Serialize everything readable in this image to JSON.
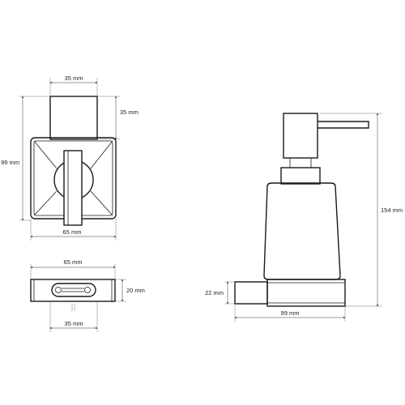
{
  "top_view": {
    "width_top_label": "35 mm",
    "height_top_label": "35 mm",
    "height_total_label": "99 mm",
    "width_base_label": "65 mm"
  },
  "bottom_view": {
    "width_top_label": "65 mm",
    "height_label": "20 mm",
    "width_bottom_label": "35 mm"
  },
  "side_view": {
    "height_label": "154 mm",
    "base_height_label": "22 mm",
    "depth_label": "99 mm"
  }
}
